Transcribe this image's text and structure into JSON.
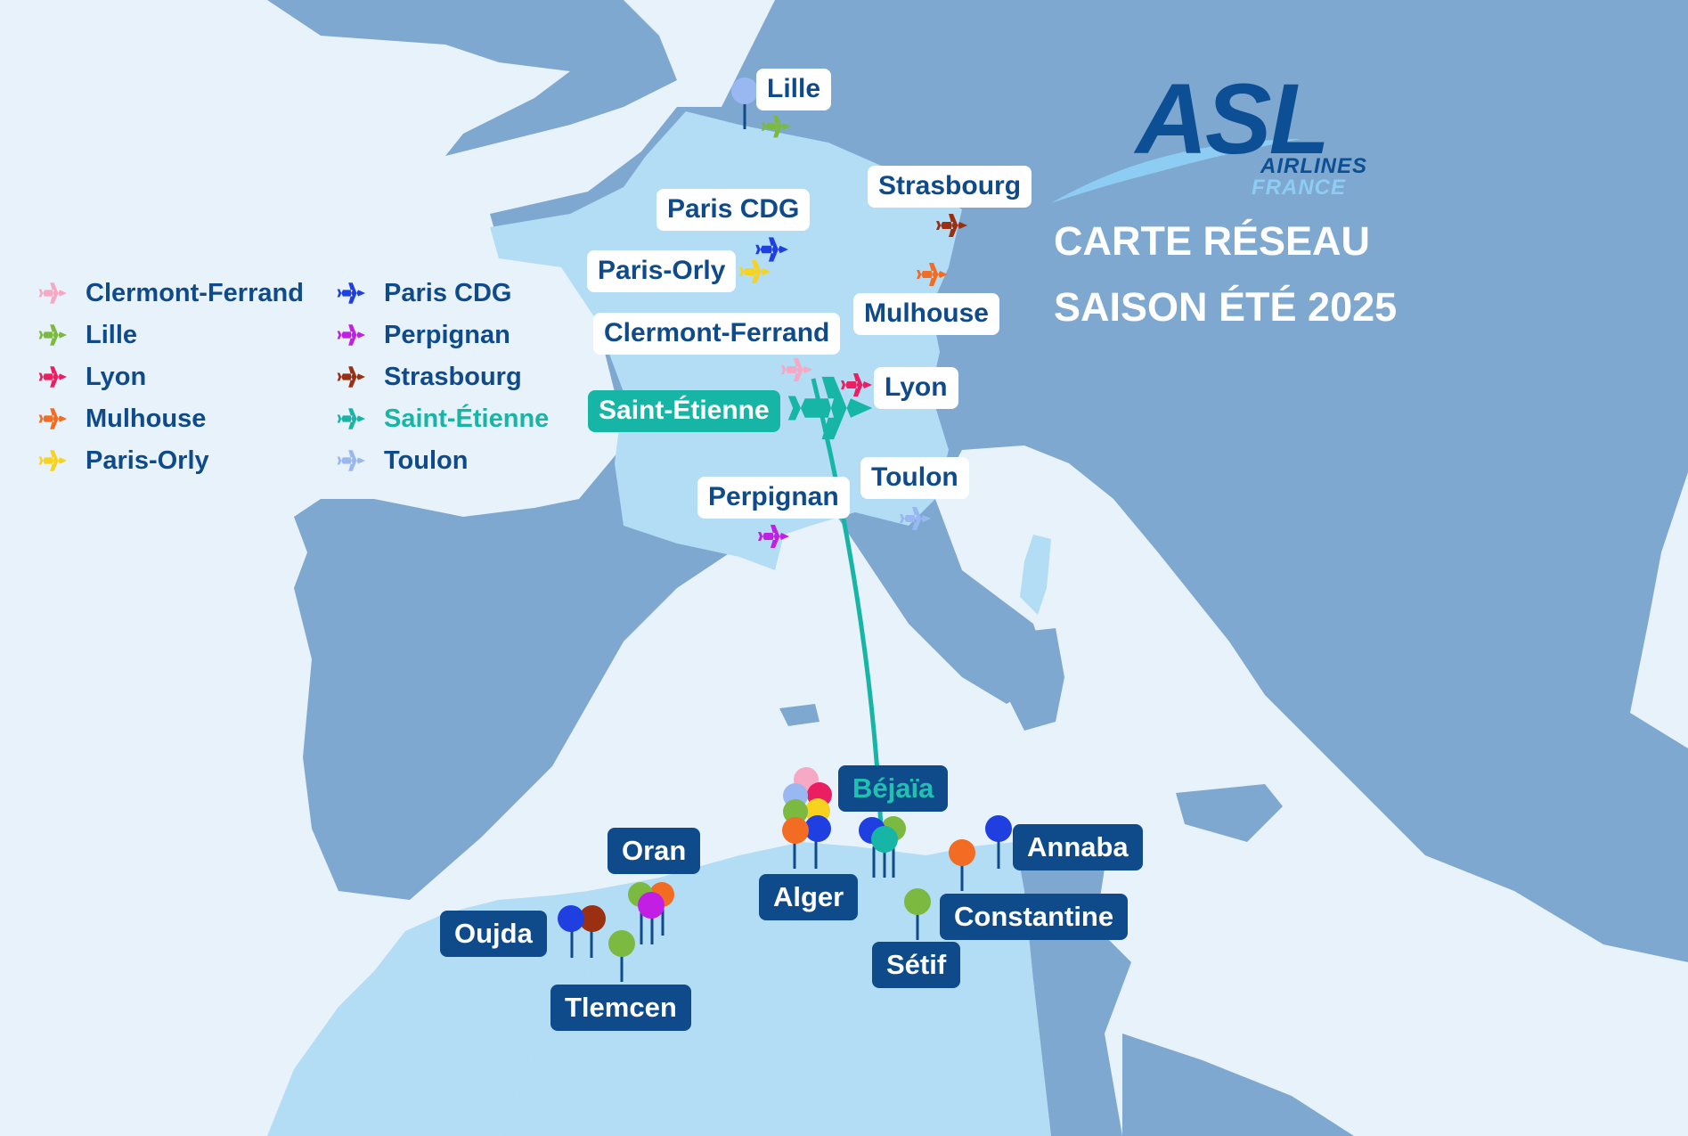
{
  "brand": {
    "logo": "ASL",
    "sub1": "AIRLINES",
    "sub2": "FRANCE"
  },
  "title": {
    "line1": "CARTE RÉSEAU",
    "line2": "SAISON ÉTÉ 2025"
  },
  "colors": {
    "sea": "#e8f2fb",
    "land": "#7ea8cf",
    "highlight_land": "#b3dcf5",
    "label_blue": "#0f4a8a",
    "teal": "#17b5a6"
  },
  "airports": {
    "clermont": {
      "name": "Clermont-Ferrand",
      "color": "#f6a8c4"
    },
    "lille": {
      "name": "Lille",
      "color": "#7cb940"
    },
    "lyon": {
      "name": "Lyon",
      "color": "#ec1e62"
    },
    "mulhouse": {
      "name": "Mulhouse",
      "color": "#f26c24"
    },
    "orly": {
      "name": "Paris-Orly",
      "color": "#f7d21e"
    },
    "cdg": {
      "name": "Paris CDG",
      "color": "#1f3fe0"
    },
    "perpignan": {
      "name": "Perpignan",
      "color": "#c31fe4"
    },
    "strasbourg": {
      "name": "Strasbourg",
      "color": "#9b2f12"
    },
    "saint_etienne": {
      "name": "Saint-Étienne",
      "color": "#17b5a6"
    },
    "toulon": {
      "name": "Toulon",
      "color": "#99b8f2"
    }
  },
  "legend_order": [
    "clermont",
    "lille",
    "lyon",
    "mulhouse",
    "orly",
    "cdg",
    "perpignan",
    "strasbourg",
    "saint_etienne",
    "toulon"
  ],
  "destinations": {
    "bejaia": "Béjaïa",
    "annaba": "Annaba",
    "oran": "Oran",
    "alger": "Alger",
    "constantine": "Constantine",
    "oujda": "Oujda",
    "setif": "Sétif",
    "tlemcen": "Tlemcen"
  }
}
